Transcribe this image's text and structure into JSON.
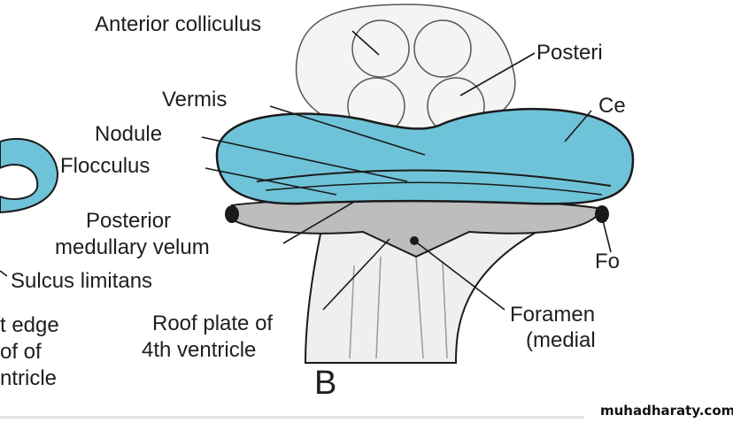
{
  "figure_label": "B",
  "labels": {
    "anterior_colliculus": "Anterior colliculus",
    "posterior_colliculus": "Posteri",
    "vermis": "Vermis",
    "cerebellum": "Ce",
    "nodule": "Nodule",
    "flocculus": "Flocculus",
    "posterior_medullary_velum_1": "Posterior",
    "posterior_medullary_velum_2": "medullary velum",
    "foramen_lateral": "Fo",
    "sulcus_limitans": "Sulcus limitans",
    "cut_edge_1": "t edge",
    "cut_edge_2": "of of",
    "cut_edge_3": "ntricle",
    "roof_plate_1": "Roof plate of",
    "roof_plate_2": "4th ventricle",
    "foramen_medial_1": "Foramen",
    "foramen_medial_2": "(medial"
  },
  "watermark": "muhadharaty.com",
  "colors": {
    "cerebellum": "#6fc3d8",
    "outline": "#1a1a1a"
  }
}
